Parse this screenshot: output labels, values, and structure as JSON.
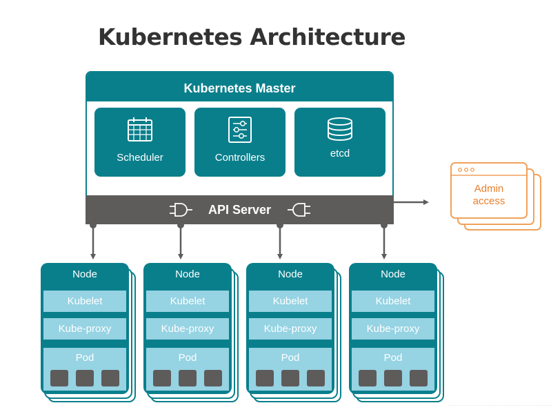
{
  "title": "Kubernetes Architecture",
  "master": {
    "header": "Kubernetes Master",
    "components": [
      {
        "label": "Scheduler",
        "icon": "calendar-icon"
      },
      {
        "label": "Controllers",
        "icon": "sliders-icon"
      },
      {
        "label": "etcd",
        "icon": "database-icon"
      }
    ],
    "api_server": "API Server"
  },
  "admin": {
    "line1": "Admin",
    "line2": "access"
  },
  "nodes": [
    {
      "header": "Node",
      "kubelet": "Kubelet",
      "proxy": "Kube-proxy",
      "pod": "Pod"
    },
    {
      "header": "Node",
      "kubelet": "Kubelet",
      "proxy": "Kube-proxy",
      "pod": "Pod"
    },
    {
      "header": "Node",
      "kubelet": "Kubelet",
      "proxy": "Kube-proxy",
      "pod": "Pod"
    },
    {
      "header": "Node",
      "kubelet": "Kubelet",
      "proxy": "Kube-proxy",
      "pod": "Pod"
    }
  ],
  "colors": {
    "teal": "#0a7f8c",
    "light_teal": "#96d3e3",
    "gray": "#5e5b5b",
    "orange": "#e87f2c"
  }
}
